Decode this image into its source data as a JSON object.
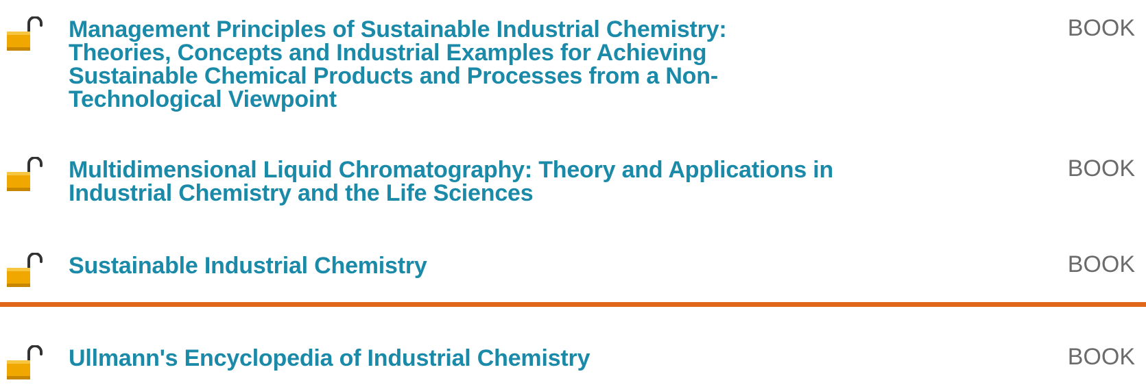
{
  "results": [
    {
      "title": "Management Principles of Sustainable Industrial Chemistry: Theories, Concepts and Industrial Examples for Achieving Sustainable Chemical Products and Processes from a Non-Technological Viewpoint",
      "type": "BOOK",
      "icon": "unlocked-padlock-icon"
    },
    {
      "title": "Multidimensional Liquid Chromatography: Theory and Applications in Industrial Chemistry and the Life Sciences",
      "type": "BOOK",
      "icon": "unlocked-padlock-icon"
    },
    {
      "title": "Sustainable Industrial Chemistry",
      "type": "BOOK",
      "icon": "unlocked-padlock-icon"
    },
    {
      "title": "Ullmann's Encyclopedia of Industrial Chemistry",
      "type": "BOOK",
      "icon": "unlocked-padlock-icon"
    }
  ],
  "colors": {
    "link": "#1a8aa8",
    "type_text": "#6b6b6b",
    "divider": "#e0661a",
    "lock_body": "#f0a800",
    "lock_shackle": "#333333"
  }
}
